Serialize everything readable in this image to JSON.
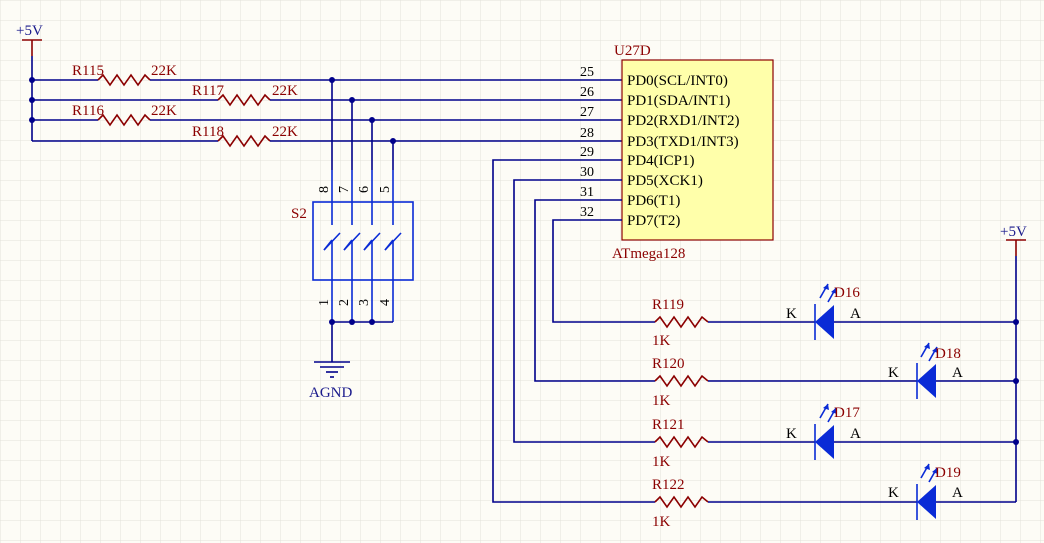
{
  "power": {
    "left_label": "+5V",
    "right_label": "+5V"
  },
  "ground": {
    "label": "AGND"
  },
  "pullups": [
    {
      "ref": "R115",
      "value": "22K"
    },
    {
      "ref": "R117",
      "value": "22K"
    },
    {
      "ref": "R116",
      "value": "22K"
    },
    {
      "ref": "R118",
      "value": "22K"
    }
  ],
  "switch": {
    "ref": "S2",
    "top_pins": [
      "8",
      "7",
      "6",
      "5"
    ],
    "bottom_pins": [
      "1",
      "2",
      "3",
      "4"
    ]
  },
  "mcu": {
    "ref": "U27D",
    "part": "ATmega128",
    "pins": [
      {
        "num": "25",
        "name": "PD0(SCL/INT0)"
      },
      {
        "num": "26",
        "name": "PD1(SDA/INT1)"
      },
      {
        "num": "27",
        "name": "PD2(RXD1/INT2)"
      },
      {
        "num": "28",
        "name": "PD3(TXD1/INT3)"
      },
      {
        "num": "29",
        "name": "PD4(ICP1)"
      },
      {
        "num": "30",
        "name": "PD5(XCK1)"
      },
      {
        "num": "31",
        "name": "PD6(T1)"
      },
      {
        "num": "32",
        "name": "PD7(T2)"
      }
    ]
  },
  "led_resistors": [
    {
      "ref": "R119",
      "value": "1K"
    },
    {
      "ref": "R120",
      "value": "1K"
    },
    {
      "ref": "R121",
      "value": "1K"
    },
    {
      "ref": "R122",
      "value": "1K"
    }
  ],
  "leds": [
    {
      "ref": "D16",
      "k": "K",
      "a": "A"
    },
    {
      "ref": "D18",
      "k": "K",
      "a": "A"
    },
    {
      "ref": "D17",
      "k": "K",
      "a": "A"
    },
    {
      "ref": "D19",
      "k": "K",
      "a": "A"
    }
  ]
}
